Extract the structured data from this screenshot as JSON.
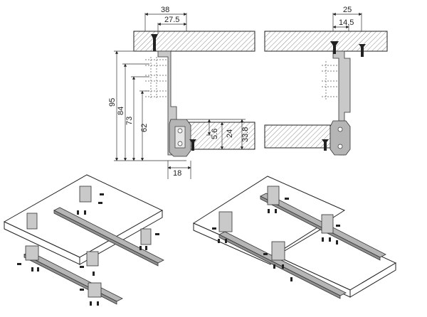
{
  "dimensions": {
    "left_section": {
      "width_38": "38",
      "width_27_5": "27.5",
      "height_95": "95",
      "height_84": "84",
      "height_73": "73",
      "height_62": "62",
      "height_5_6": "5.6",
      "height_24": "24",
      "height_33_8": "33.8",
      "width_18": "18"
    },
    "right_section": {
      "width_25": "25",
      "width_14_5": "14.5"
    }
  },
  "colors": {
    "line": "#222222",
    "hatch": "#8a8a8a",
    "rail": "#b5b5b5",
    "background": "#ffffff"
  }
}
